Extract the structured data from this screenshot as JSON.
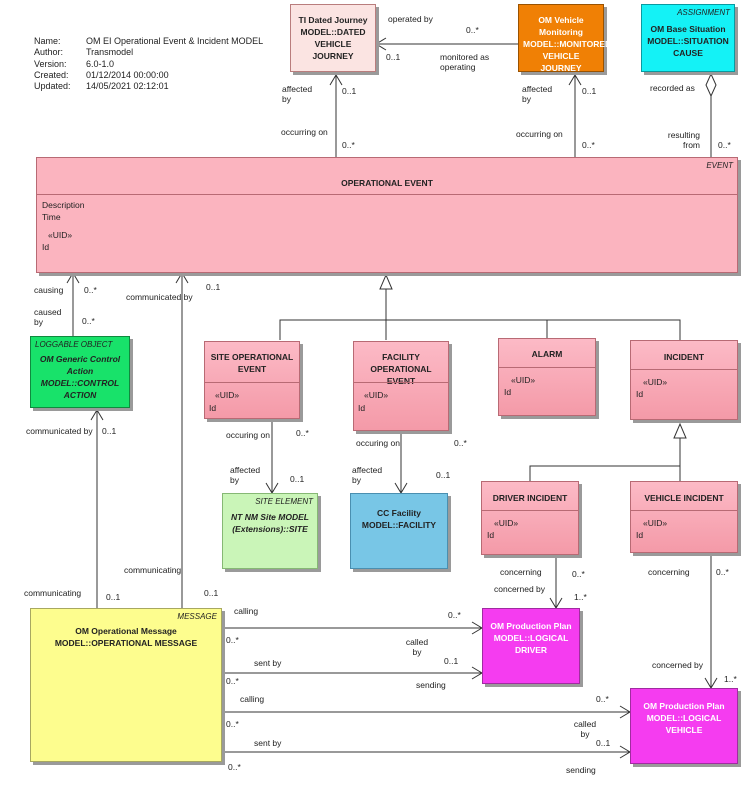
{
  "meta": {
    "name_key": "Name:",
    "name": "OM EI Operational Event & Incident MODEL",
    "author_key": "Author:",
    "author": "Transmodel",
    "version_key": "Version:",
    "version": "6.0-1.0",
    "created_key": "Created:",
    "created": "01/12/2014 00:00:00",
    "updated_key": "Updated:",
    "updated": "14/05/2021 02:12:01"
  },
  "boxes": {
    "ti": {
      "title": "TI Dated Journey MODEL::DATED VEHICLE JOURNEY"
    },
    "omv": {
      "title": "OM Vehicle Monitoring MODEL::MONITORED VEHICLE JOURNEY"
    },
    "assign": {
      "stereo": "ASSIGNMENT",
      "title": "OM Base Situation MODEL::SITUATION CAUSE"
    },
    "event": {
      "stereo": "EVENT",
      "title": "OPERATIONAL EVENT",
      "a1": "Description",
      "a2": "Time",
      "uid": "«UID»",
      "id": "Id"
    },
    "ctrl": {
      "stereo": "LOGGABLE OBJECT",
      "title": "OM Generic Control Action MODEL::CONTROL ACTION"
    },
    "site": {
      "title": "SITE OPERATIONAL EVENT",
      "uid": "«UID»",
      "id": "Id"
    },
    "facility": {
      "title": "FACILITY OPERATIONAL EVENT",
      "uid": "«UID»",
      "id": "Id"
    },
    "alarm": {
      "title": "ALARM",
      "uid": "«UID»",
      "id": "Id"
    },
    "incident": {
      "title": "INCIDENT",
      "uid": "«UID»",
      "id": "Id"
    },
    "siteel": {
      "stereo": "SITE ELEMENT",
      "title": "NT NM Site MODEL (Extensions)::SITE"
    },
    "ccf": {
      "title": "CC Facility MODEL::FACILITY"
    },
    "driver": {
      "title": "DRIVER INCIDENT",
      "uid": "«UID»",
      "id": "Id"
    },
    "vehicle": {
      "title": "VEHICLE INCIDENT",
      "uid": "«UID»",
      "id": "Id"
    },
    "msg": {
      "stereo": "MESSAGE",
      "title": "OM Operational Message MODEL::OPERATIONAL MESSAGE"
    },
    "ldriver": {
      "title": "OM Production Plan MODEL::LOGICAL DRIVER"
    },
    "lvehicle": {
      "title": "OM Production Plan MODEL::LOGICAL VEHICLE"
    }
  },
  "labels": {
    "operated_by": "operated by",
    "m_0n_op": "0..*",
    "m_01_op": "0..1",
    "monitored": "monitored as operating",
    "affected_by_1": "affected by",
    "m_01_aff1": "0..1",
    "occurring_on_1": "occurring on",
    "m_0n_occ1": "0..*",
    "affected_by_2": "affected by",
    "m_01_aff2": "0..1",
    "occurring_on_2": "occurring on",
    "m_0n_occ2": "0..*",
    "recorded_as": "recorded as",
    "resulting_from": "resulting from",
    "m_0n_res": "0..*",
    "causing": "causing",
    "m_0n_causing": "0..*",
    "caused_by": "caused by",
    "m_0n_caused": "0..*",
    "communicated_by_1": "communicated by",
    "m_01_comm1": "0..1",
    "communicated_by_2": "communicated by",
    "m_01_comm2": "0..1",
    "occuring_on_site": "occuring on",
    "m_0n_site": "0..*",
    "affected_by_site": "affected by",
    "m_01_site": "0..1",
    "occuring_on_fac": "occuring on",
    "m_0n_fac": "0..*",
    "affected_by_fac": "affected by",
    "m_01_fac": "0..1",
    "communicating_1": "communicating",
    "m_01_c1": "0..1",
    "communicating_2": "communicating",
    "m_01_c2": "0..1",
    "concerning_d": "concerning",
    "m_0n_cd": "0..*",
    "concerned_by_d": "concerned by",
    "m_1n_d": "1..*",
    "concerning_v": "concerning",
    "m_0n_cv": "0..*",
    "concerned_by_v": "concerned by",
    "m_1n_v": "1..*",
    "calling_1": "calling",
    "m_0n_call1": "0..*",
    "m_0n_call1b": "0..*",
    "called_by_1": "called by",
    "m_01_called1": "0..1",
    "sent_by_1": "sent by",
    "m_0n_sent1": "0..*",
    "sending_1": "sending",
    "calling_2": "calling",
    "m_0n_call2": "0..*",
    "m_0n_call2b": "0..*",
    "called_by_2": "called by",
    "m_01_called2": "0..1",
    "sent_by_2": "sent by",
    "m_0n_sent2": "0..*",
    "sending_2": "sending"
  }
}
